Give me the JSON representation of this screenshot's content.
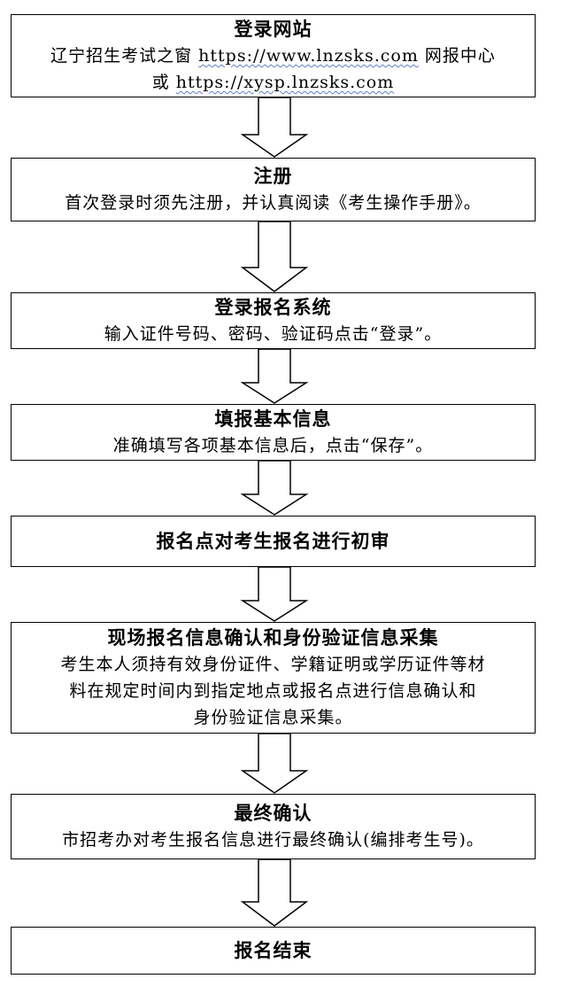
{
  "steps": [
    {
      "title": "登录网站",
      "line1_prefix": "辽宁招生考试之窗 ",
      "line1_link": "https://www.lnzsks.com",
      "line1_suffix": " 网报中心",
      "line2_prefix": "或 ",
      "line2_link": "https://xysp.lnzsks.com"
    },
    {
      "title": "注册",
      "desc": "首次登录时须先注册，并认真阅读《考生操作手册》。"
    },
    {
      "title": "登录报名系统",
      "desc": "输入证件号码、密码、验证码点击“登录”。"
    },
    {
      "title": "填报基本信息",
      "desc": "准确填写各项基本信息后，点击“保存”。"
    },
    {
      "title": "报名点对考生报名进行初审"
    },
    {
      "title": "现场报名信息确认和身份验证信息采集",
      "desc_lines": [
        "考生本人须持有效身份证件、学籍证明或学历证件等材",
        "料在规定时间内到指定地点或报名点进行信息确认和",
        "身份验证信息采集。"
      ]
    },
    {
      "title": "最终确认",
      "desc": "市招考办对考生报名信息进行最终确认(编排考生号)。"
    },
    {
      "title": "报名结束"
    }
  ]
}
